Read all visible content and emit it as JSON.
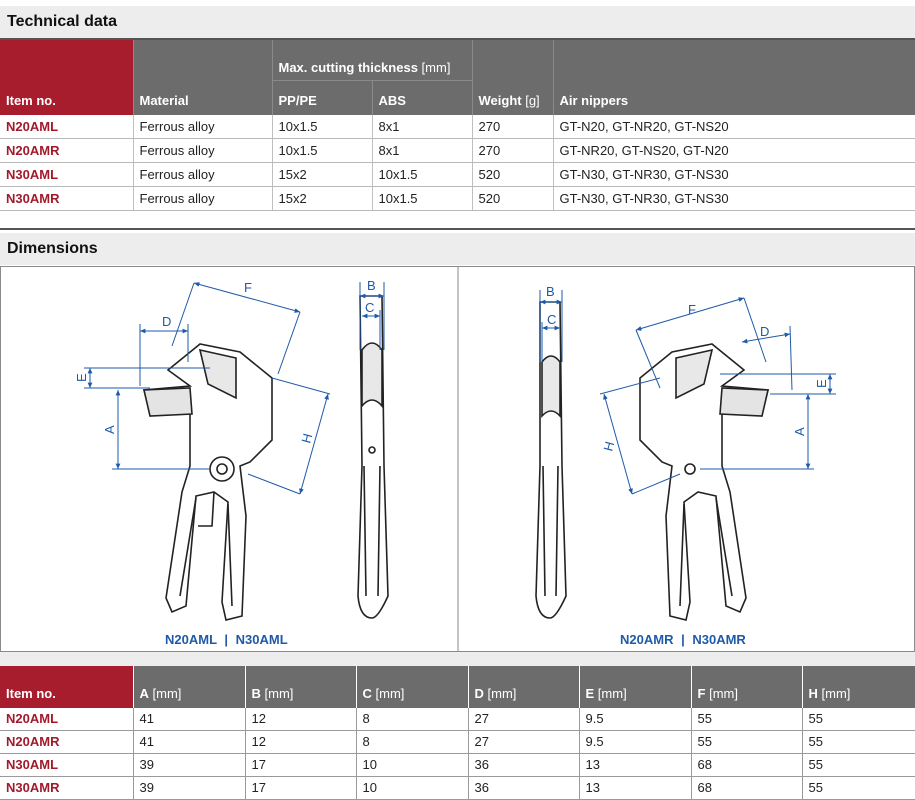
{
  "technical": {
    "title": "Technical data",
    "headers": {
      "item_no": "Item no.",
      "material": "Material",
      "max_cut": "Max. cutting thickness",
      "max_cut_unit": "[mm]",
      "pp_pe": "PP/PE",
      "abs": "ABS",
      "weight": "Weight",
      "weight_unit": "[g]",
      "air_nippers": "Air nippers"
    },
    "rows": [
      {
        "item": "N20AML",
        "material": "Ferrous alloy",
        "pp_pe": "10x1.5",
        "abs": "8x1",
        "weight": "270",
        "nippers": "GT-N20, GT-NR20, GT-NS20"
      },
      {
        "item": "N20AMR",
        "material": "Ferrous alloy",
        "pp_pe": "10x1.5",
        "abs": "8x1",
        "weight": "270",
        "nippers": "GT-NR20, GT-NS20, GT-N20"
      },
      {
        "item": "N30AML",
        "material": "Ferrous alloy",
        "pp_pe": "15x2",
        "abs": "10x1.5",
        "weight": "520",
        "nippers": "GT-N30, GT-NR30, GT-NS30"
      },
      {
        "item": "N30AMR",
        "material": "Ferrous alloy",
        "pp_pe": "15x2",
        "abs": "10x1.5",
        "weight": "520",
        "nippers": "GT-N30, GT-NR30, GT-NS30"
      }
    ]
  },
  "dimensions": {
    "title": "Dimensions",
    "left_caption_a": "N20AML",
    "caption_sep": "|",
    "left_caption_b": "N30AML",
    "right_caption_a": "N20AMR",
    "right_caption_b": "N30AMR",
    "dim_labels": {
      "a": "A",
      "b": "B",
      "c": "C",
      "d": "D",
      "e": "E",
      "f": "F",
      "h": "H"
    },
    "headers": {
      "item_no": "Item no.",
      "unit": "[mm]",
      "cols": [
        "A",
        "B",
        "C",
        "D",
        "E",
        "F",
        "H"
      ]
    },
    "rows": [
      {
        "item": "N20AML",
        "v": [
          "41",
          "12",
          "8",
          "27",
          "9.5",
          "55",
          "55"
        ]
      },
      {
        "item": "N20AMR",
        "v": [
          "41",
          "12",
          "8",
          "27",
          "9.5",
          "55",
          "55"
        ]
      },
      {
        "item": "N30AML",
        "v": [
          "39",
          "17",
          "10",
          "36",
          "13",
          "68",
          "55"
        ]
      },
      {
        "item": "N30AMR",
        "v": [
          "39",
          "17",
          "10",
          "36",
          "13",
          "68",
          "55"
        ]
      }
    ]
  },
  "colors": {
    "accent_red": "#a81d2d",
    "header_gray": "#6c6c6c",
    "dimension_blue": "#1f5aa8"
  }
}
